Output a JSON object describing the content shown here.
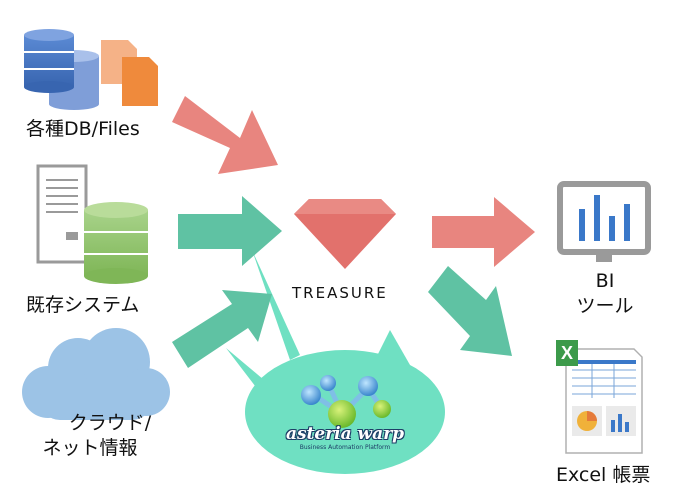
{
  "sources": {
    "databases": {
      "label": "各種DB/Files"
    },
    "legacy": {
      "label": "既存システム"
    },
    "cloud": {
      "label_line1": "クラウド/",
      "label_line2": "ネット情報"
    }
  },
  "hub": {
    "name": "TREASURE",
    "logo_text": "asteria warp",
    "logo_tagline": "Business Automation Platform"
  },
  "outputs": {
    "bi": {
      "label_line1": "BI",
      "label_line2": "ツール"
    },
    "excel": {
      "icon_letter": "X",
      "label": "Excel 帳票"
    }
  },
  "colors": {
    "pink_arrow": "#e8857f",
    "green_arrow": "#5fc2a3",
    "gem": "#e2716c",
    "bubble": "#6fe0c2",
    "db_blue": "#4a78c4",
    "db_green": "#93c46b",
    "cloud": "#9cc3e6",
    "file_orange": "#ef8a3c",
    "file_peach": "#f5b287",
    "monitor": "#9a9a9a",
    "chart_bar": "#3a78c9",
    "excel_green": "#3c9a4a"
  },
  "icons": [
    "database-icon",
    "file-icon",
    "server-icon",
    "cloud-icon",
    "gem-icon",
    "molecule-logo-icon",
    "monitor-chart-icon",
    "excel-sheet-icon"
  ]
}
